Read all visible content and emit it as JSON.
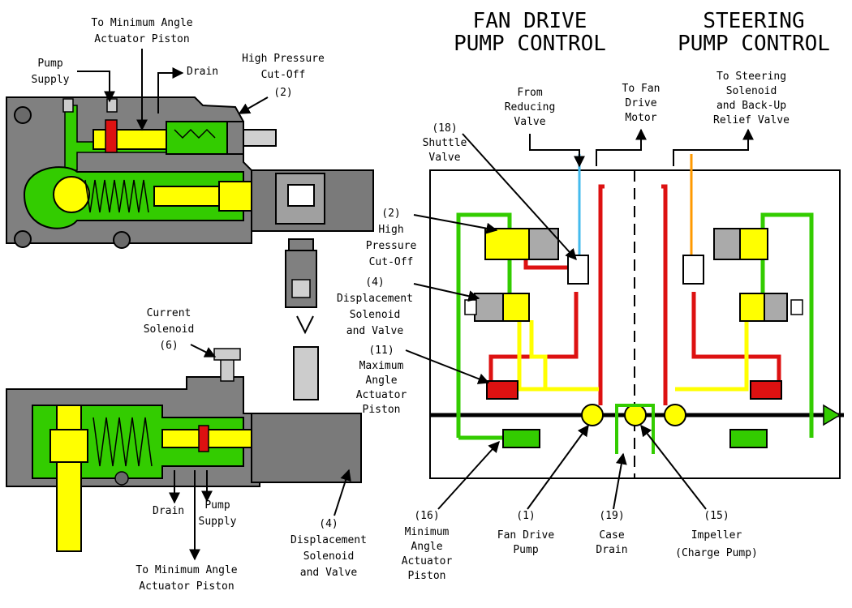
{
  "titles": {
    "fan_line1": "FAN DRIVE",
    "fan_line2": "PUMP CONTROL",
    "steer_line1": "STEERING",
    "steer_line2": "PUMP CONTROL"
  },
  "labels": {
    "to_min_angle_1": "To Minimum Angle",
    "to_min_angle_2": "Actuator Piston",
    "drain_top": "Drain",
    "pump_supply_1": "Pump",
    "pump_supply_2": "Supply",
    "hp_cutoff_1": "High Pressure",
    "hp_cutoff_2": "Cut-Off",
    "hp_cutoff_num": "(2)",
    "current_solenoid_1": "Current",
    "current_solenoid_2": "Solenoid",
    "current_solenoid_num": "(6)",
    "drain_bottom": "Drain",
    "pump_supply_b1": "Pump",
    "pump_supply_b2": "Supply",
    "to_min_angle_b1": "To Minimum Angle",
    "to_min_angle_b2": "Actuator Piston",
    "disp_sol_b_num": "(4)",
    "disp_sol_b1": "Displacement",
    "disp_sol_b2": "Solenoid",
    "disp_sol_b3": "and Valve",
    "from_reducing_1": "From",
    "from_reducing_2": "Reducing",
    "from_reducing_3": "Valve",
    "to_fan_1": "To Fan",
    "to_fan_2": "Drive",
    "to_fan_3": "Motor",
    "to_steering_1": "To Steering",
    "to_steering_2": "Solenoid",
    "to_steering_3": "and Back-Up",
    "to_steering_4": "Relief Valve",
    "shuttle_num": "(18)",
    "shuttle_1": "Shuttle",
    "shuttle_2": "Valve",
    "hp_r_num": "(2)",
    "hp_r1": "High",
    "hp_r2": "Pressure",
    "hp_r3": "Cut-Off",
    "disp_r_num": "(4)",
    "disp_r1": "Displacement",
    "disp_r2": "Solenoid",
    "disp_r3": "and Valve",
    "max_num": "(11)",
    "max_1": "Maximum",
    "max_2": "Angle",
    "max_3": "Actuator",
    "max_4": "Piston",
    "min_num": "(16)",
    "min_1": "Minimum",
    "min_2": "Angle",
    "min_3": "Actuator",
    "min_4": "Piston",
    "fan_pump_num": "(1)",
    "fan_pump_1": "Fan Drive",
    "fan_pump_2": "Pump",
    "case_num": "(19)",
    "case_1": "Case",
    "case_2": "Drain",
    "impeller_num": "(15)",
    "impeller_1": "Impeller",
    "impeller_2": "(Charge Pump)"
  },
  "colors": {
    "housing": "#808080",
    "housing_dark": "#5a5a5a",
    "pilot_green": "#33cc00",
    "pressure_red": "#dd1111",
    "signal_yellow": "#ffff00",
    "reducing_blue": "#44bbee",
    "steering_orange": "#ff9900",
    "line": "#000000"
  }
}
